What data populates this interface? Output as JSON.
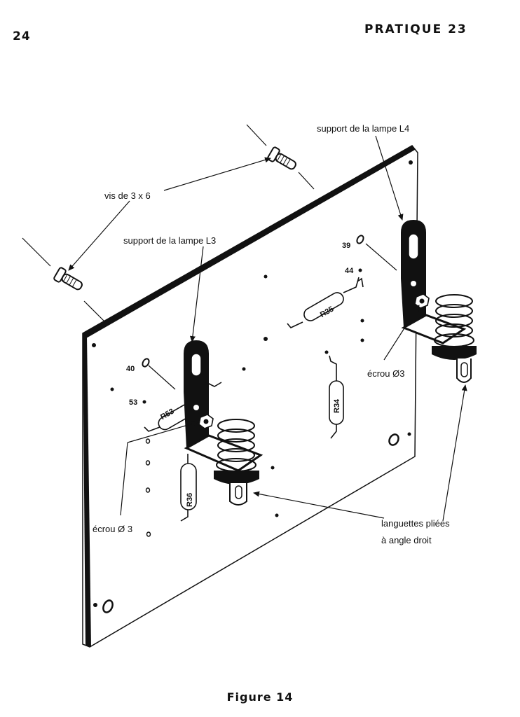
{
  "header": {
    "page_number": "24",
    "title": "PRATIQUE 23"
  },
  "caption": "Figure 14",
  "labels": {
    "support_l4": "support de la lampe L4",
    "vis": "vis de 3 x 6",
    "support_l3": "support de la lampe L3",
    "ecrou_right": "écrou Ø3",
    "ecrou_left": "écrou Ø 3",
    "languettes_1": "languettes pliées",
    "languettes_2": "à angle droit"
  },
  "hole_numbers": {
    "h39": "39",
    "h44": "44",
    "h40": "40",
    "h53": "53"
  },
  "resistors": {
    "r35": "R35",
    "r53": "R53",
    "r34": "R34",
    "r36": "R36"
  }
}
